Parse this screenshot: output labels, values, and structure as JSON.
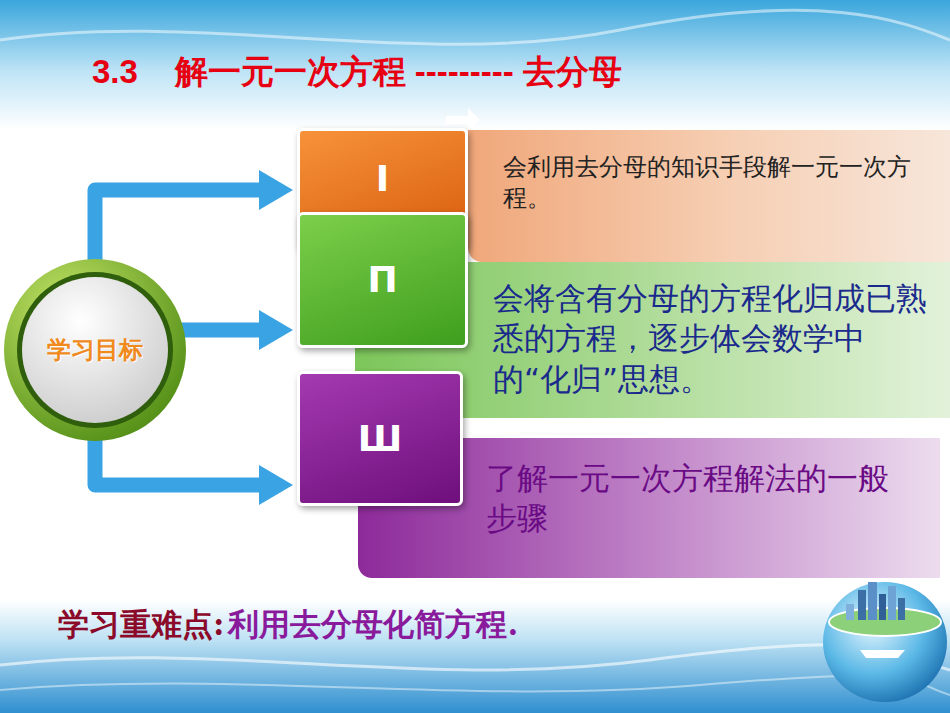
{
  "diagram": {
    "title": "3.3    解一元一次方程 --------- 去分母",
    "nodes": [
      {
        "text": [
          "学习目标"
        ]
      },
      {
        "text": [
          "I"
        ]
      },
      {
        "text": [
          "会利用去分母的知识手段解一元一次方程。"
        ]
      },
      {
        "text": [
          "П"
        ]
      },
      {
        "text": [
          "会将含有分母的方程化归成已熟悉的方程，逐步体会数学中的“化归”思想。"
        ]
      },
      {
        "text": [
          "Ш"
        ]
      },
      {
        "text": [
          "了解一元一次方程解法的一般步骤"
        ]
      }
    ],
    "edges": [
      {
        "from": 0,
        "to": 1,
        "arrow": "to"
      },
      {
        "from": 0,
        "to": 3,
        "arrow": "to"
      },
      {
        "from": 0,
        "to": 5,
        "arrow": "to"
      }
    ],
    "labels": [
      "学习重难点:",
      "利用去分母化简方程."
    ]
  }
}
